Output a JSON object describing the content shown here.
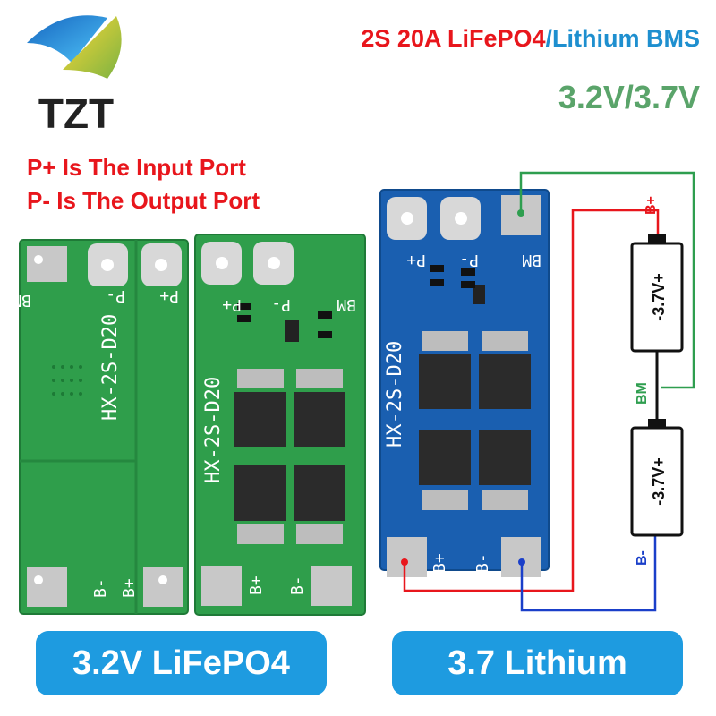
{
  "logo": {
    "text": "TZT"
  },
  "header": {
    "title_part1": "2S 20A LiFePO4",
    "title_sep": "/",
    "title_part2": "Lithium BMS",
    "voltage": "3.2V/3.7V",
    "color_red": "#e8161c",
    "color_blue": "#1e8fcf",
    "color_green": "#5aa46a"
  },
  "notes": {
    "input_port": "P+ Is The Input Port",
    "output_port": "P- Is The Output Port"
  },
  "boards": [
    {
      "name": "back",
      "model": "HX-2S-D20",
      "labels": [
        "BM",
        "P-",
        "P+",
        "B-",
        "B+"
      ],
      "color": "#2f9e4b"
    },
    {
      "name": "front-green",
      "model": "HX-2S-D20",
      "labels": [
        "P+",
        "P-",
        "BM",
        "B+",
        "B-"
      ],
      "color": "#2f9e4b"
    },
    {
      "name": "front-blue",
      "model": "HX-2S-D20",
      "labels": [
        "P+",
        "P-",
        "BM",
        "B+",
        "B-"
      ],
      "color": "#1a5fb0"
    }
  ],
  "wiring": {
    "b_plus": "B+",
    "bm": "BM",
    "b_minus": "B-",
    "cell_top": "-3.7V+",
    "cell_bottom": "-3.7V+"
  },
  "badges": {
    "left": "3.2V LiFePO4",
    "right": "3.7 Lithium",
    "color": "#1e9be0"
  }
}
